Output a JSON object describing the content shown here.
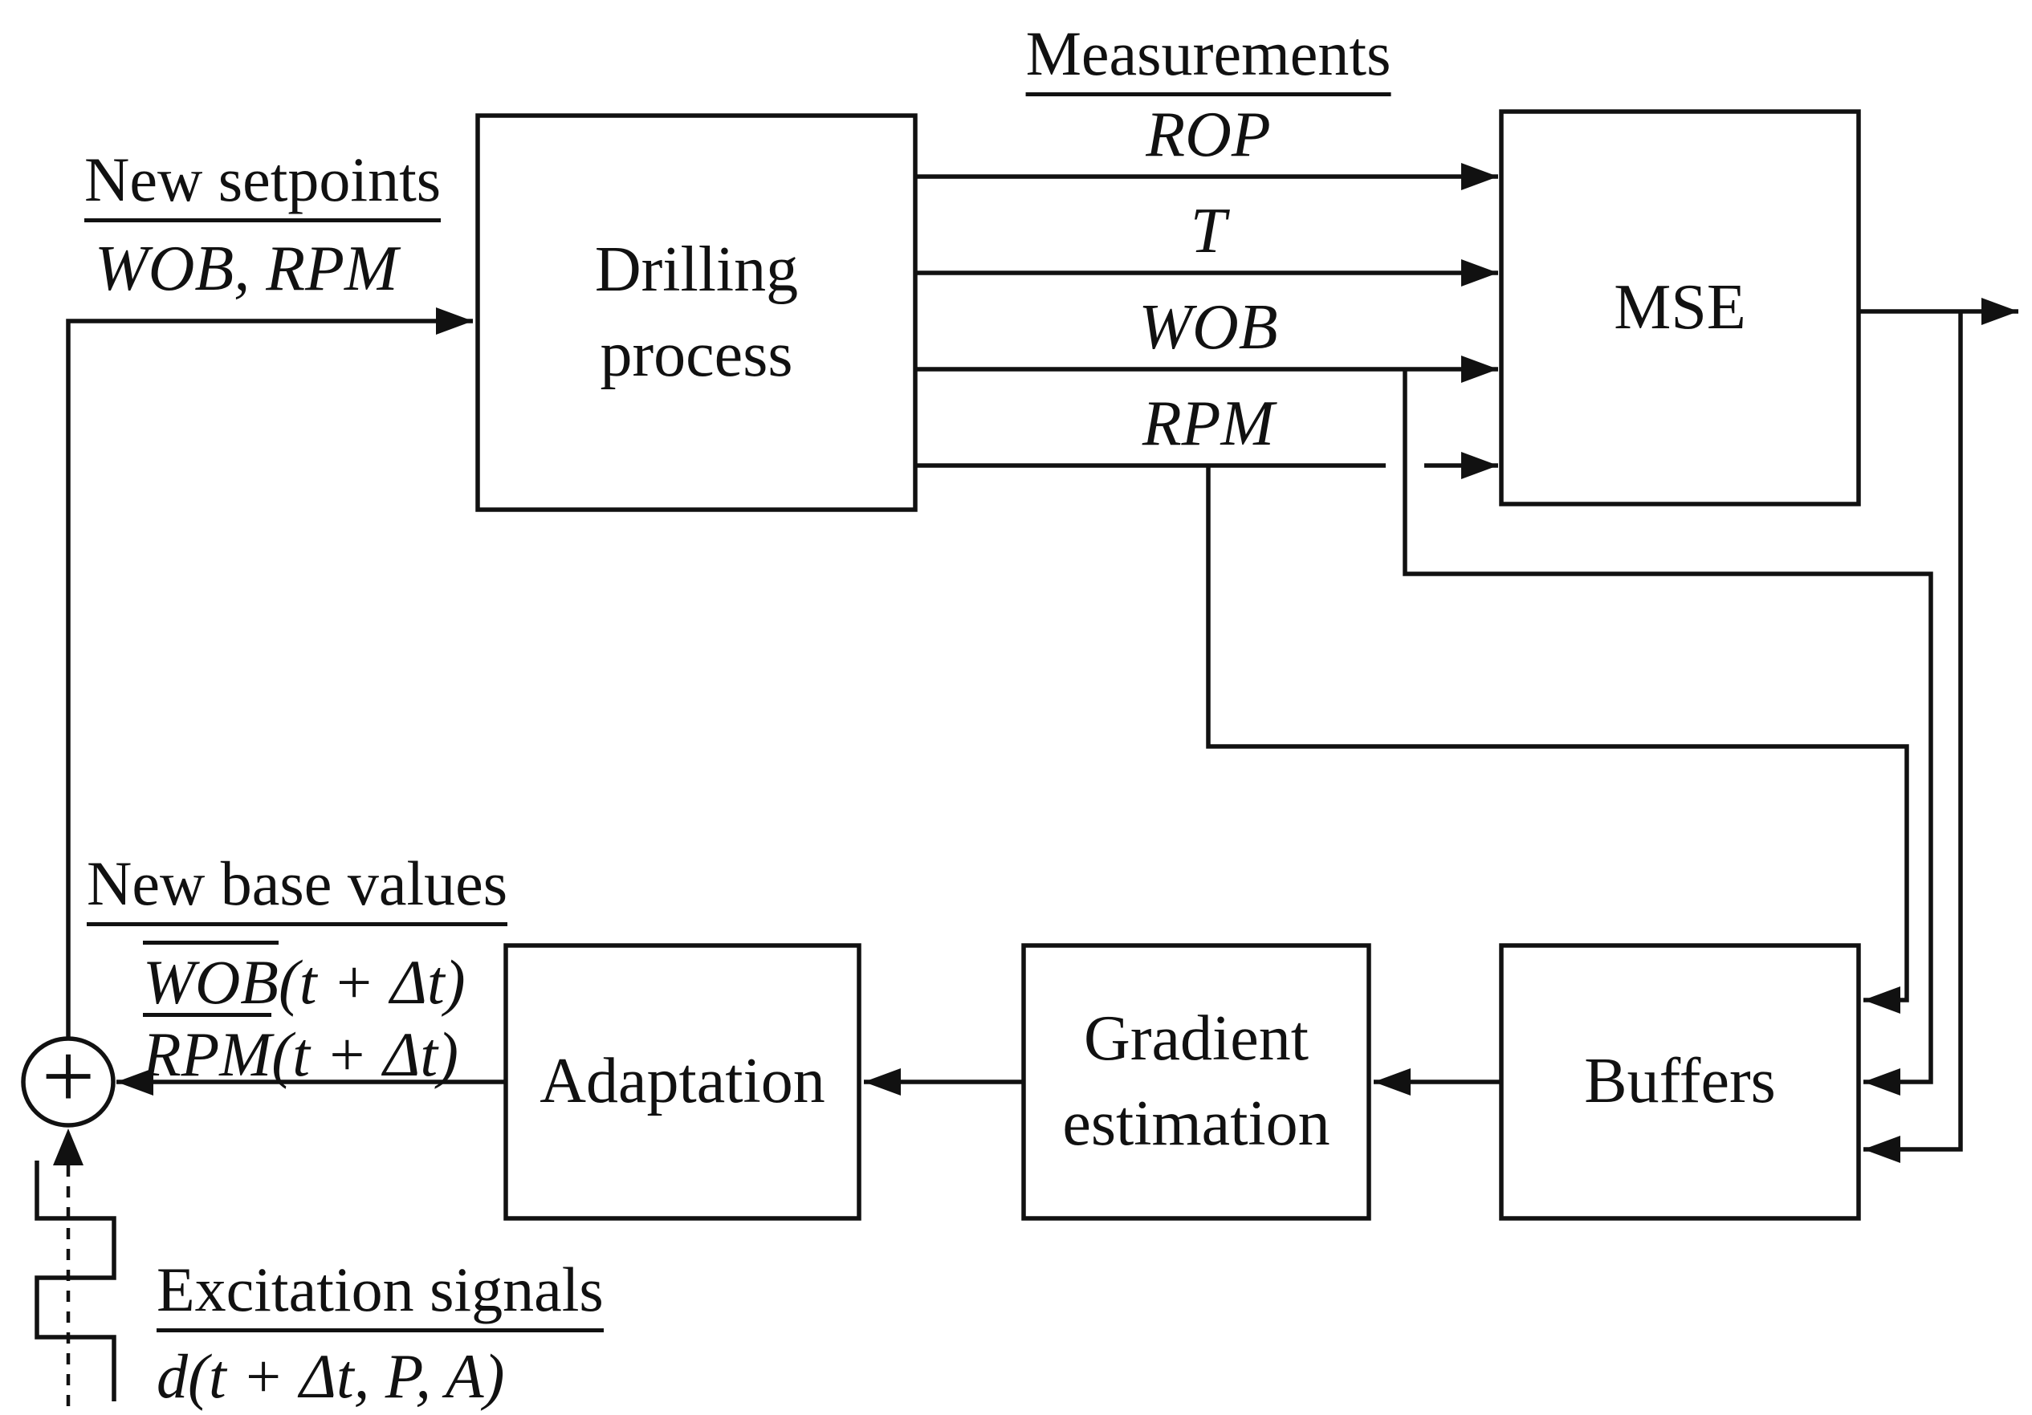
{
  "canvas": {
    "background": "#ffffff",
    "line_color": "#111111"
  },
  "headers": {
    "measurements": "Measurements",
    "new_setpoints": "New setpoints",
    "new_base_values": "New base values",
    "excitation_signals": "Excitation signals"
  },
  "signals": {
    "setpoints_vars": "WOB, RPM",
    "rop": "ROP",
    "torque": "T",
    "wob": "WOB",
    "rpm": "RPM",
    "wob_base_var": "WOB",
    "wob_base_args": "(t + Δt)",
    "rpm_base_var": "RPM",
    "rpm_base_args": "(t + Δt)",
    "excitation_formula": "d(t + Δt, P, A)",
    "sum_operator": "+"
  },
  "boxes": {
    "drilling_line1": "Drilling",
    "drilling_line2": "process",
    "mse": "MSE",
    "adaptation": "Adaptation",
    "gradient_line1": "Gradient",
    "gradient_line2": "estimation",
    "buffers": "Buffers"
  }
}
